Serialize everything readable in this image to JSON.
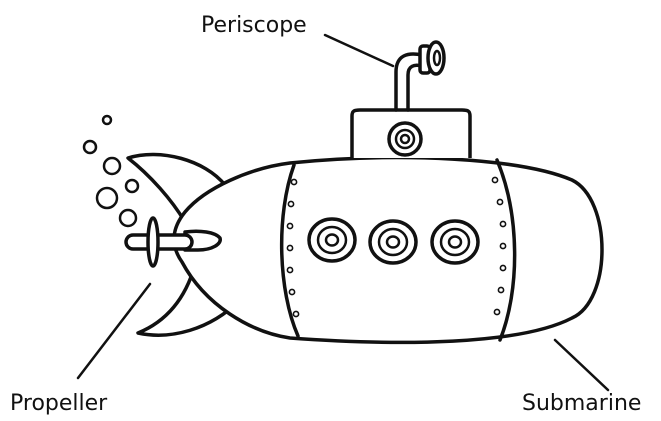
{
  "labels": {
    "periscope": "Periscope",
    "propeller": "Propeller",
    "submarine": "Submarine"
  },
  "colors": {
    "line": "#111111",
    "background": "#ffffff"
  }
}
